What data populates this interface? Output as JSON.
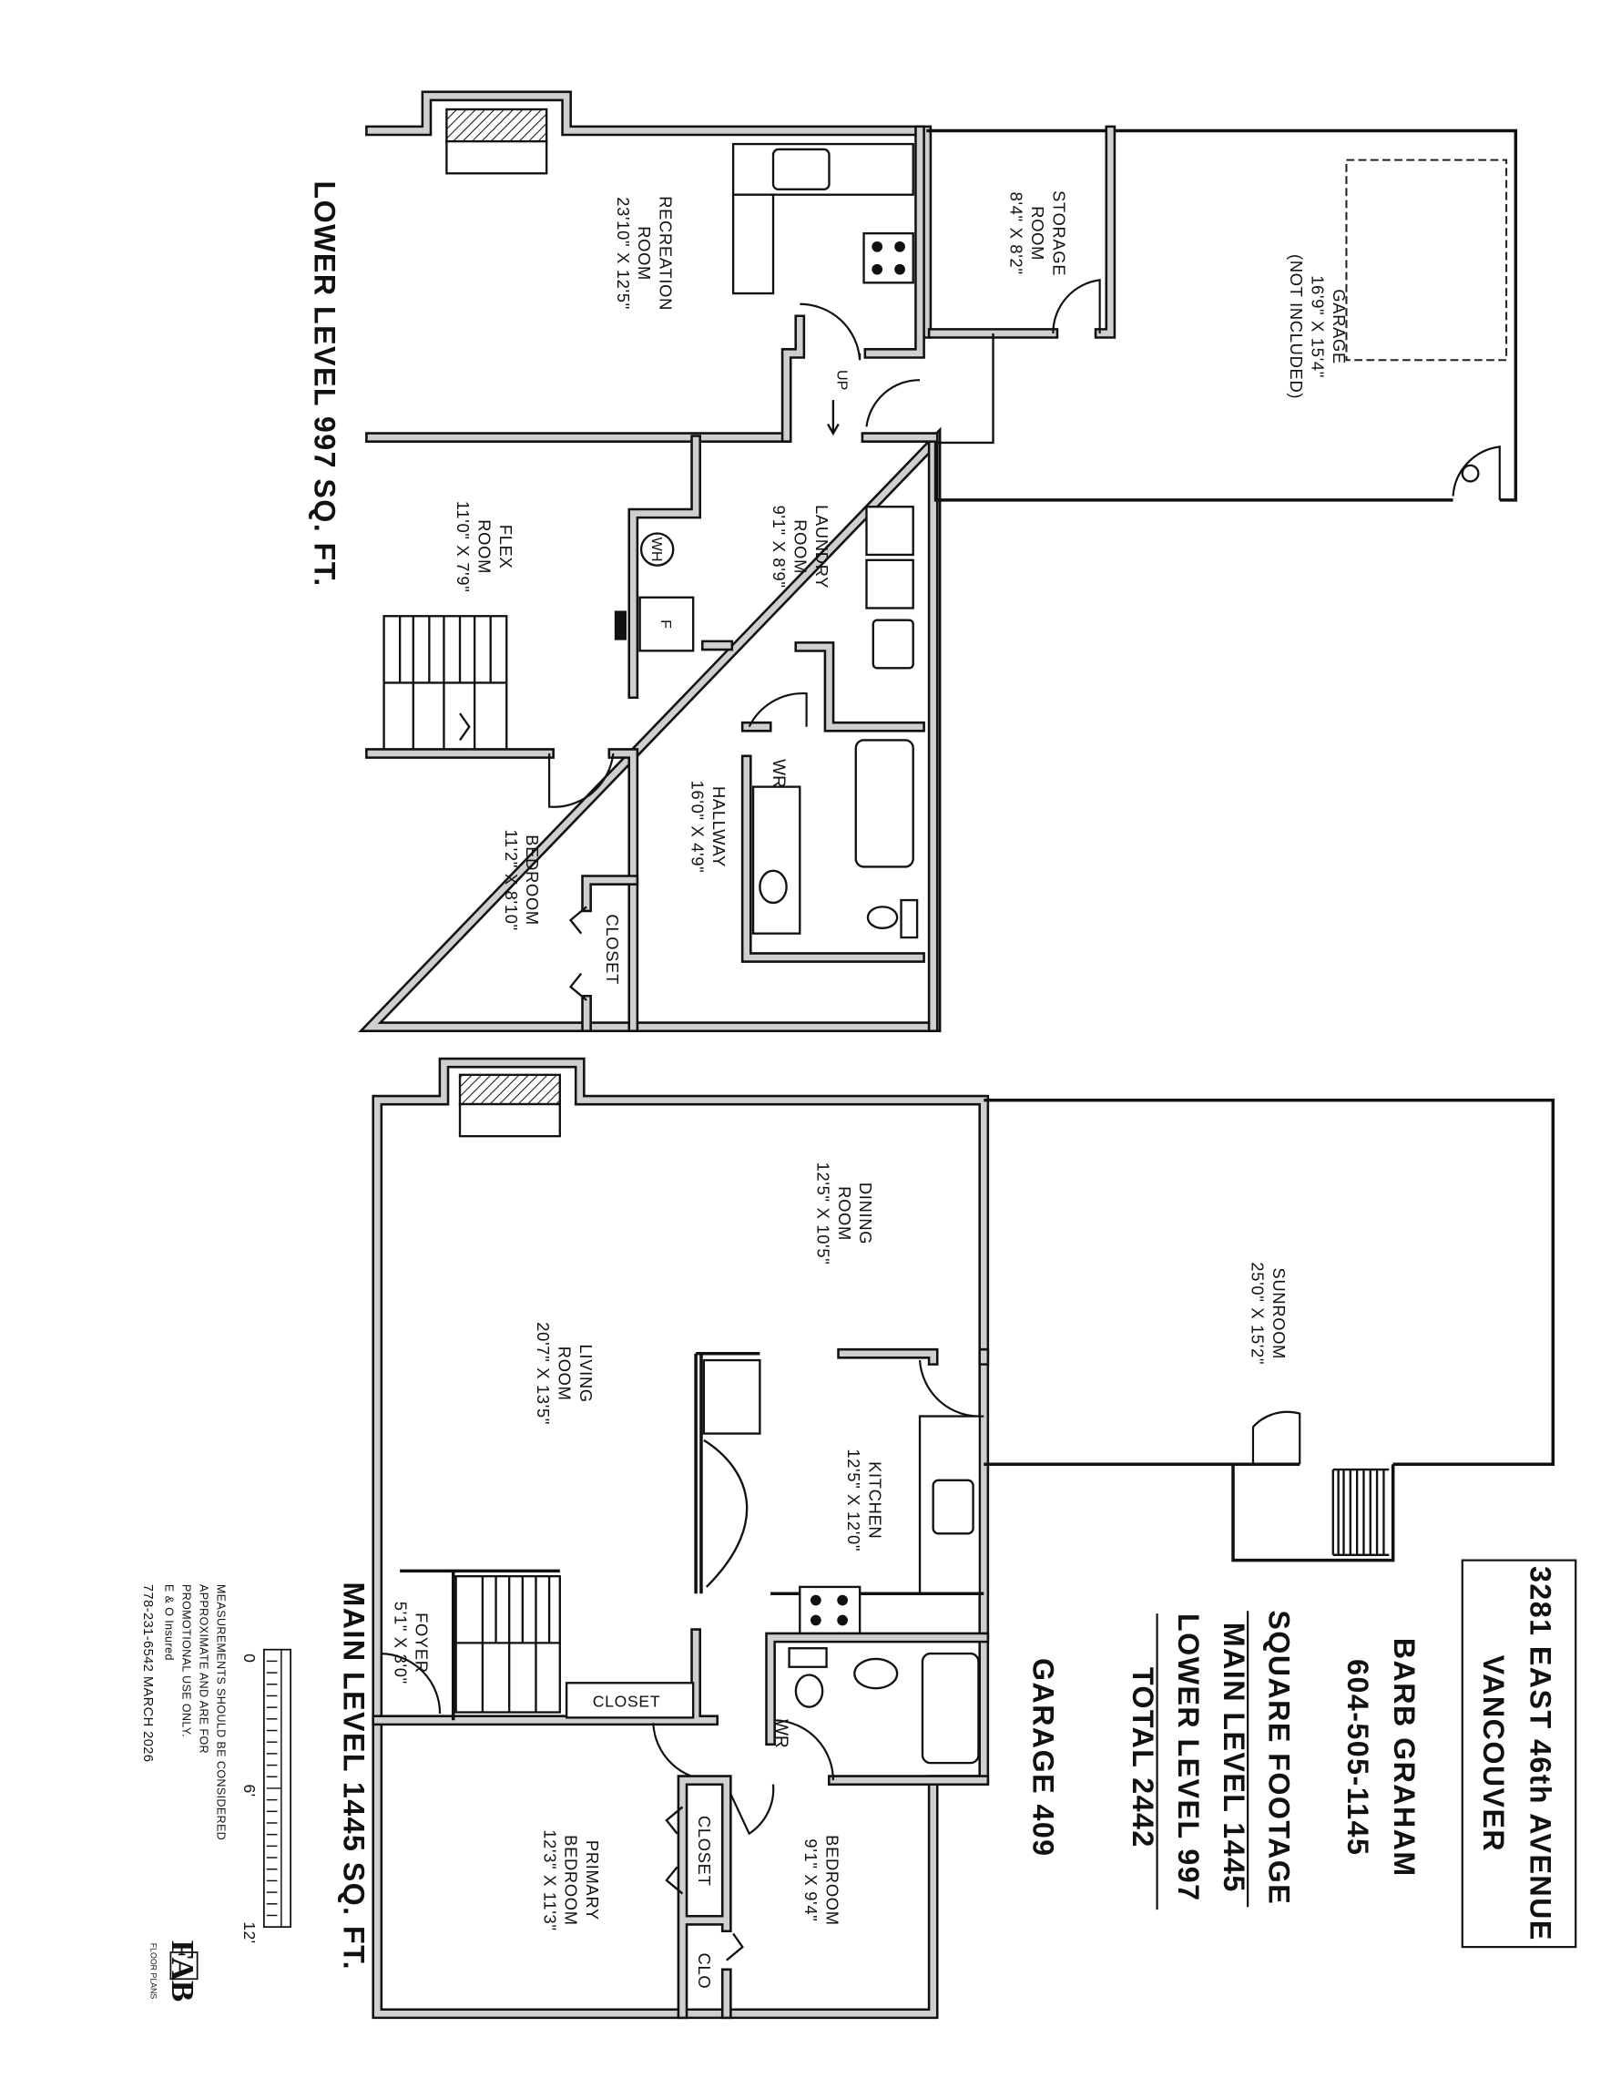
{
  "lower_level": {
    "title": "LOWER LEVEL 997 SQ. FT.",
    "rooms": {
      "recreation": {
        "name1": "RECREATION",
        "name2": "ROOM",
        "dims": "23'10\" X 12'5\""
      },
      "storage": {
        "name1": "STORAGE",
        "name2": "ROOM",
        "dims": "8'4\" X 8'2\""
      },
      "garage": {
        "name1": "GARAGE",
        "dims": "16'9\" X 15'4\"",
        "note": "(NOT INCLUDED)"
      },
      "laundry": {
        "name1": "LAUNDRY",
        "name2": "ROOM",
        "dims": "9'1\" X 8'9\""
      },
      "flex": {
        "name1": "FLEX",
        "name2": "ROOM",
        "dims": "11'0\" X 7'9\""
      },
      "hallway": {
        "name1": "HALLWAY",
        "dims": "16'0\" X 4'9\""
      },
      "bedroom": {
        "name1": "BEDROOM",
        "dims": "11'2\" X 8'10\""
      },
      "closet": {
        "name1": "CLOSET"
      },
      "washroom": {
        "name1": "WR"
      }
    },
    "labels": {
      "up": "UP",
      "water_heater": "WH",
      "furnace": "F"
    }
  },
  "main_level": {
    "title": "MAIN LEVEL 1445 SQ. FT.",
    "rooms": {
      "dining": {
        "name1": "DINING",
        "name2": "ROOM",
        "dims": "12'5\" X 10'5\""
      },
      "sunroom": {
        "name1": "SUNROOM",
        "dims": "25'0\" X 15'2\""
      },
      "living": {
        "name1": "LIVING",
        "name2": "ROOM",
        "dims": "20'7\" X 13'5\""
      },
      "kitchen": {
        "name1": "KITCHEN",
        "dims": "12'5\" X 12'0\""
      },
      "foyer": {
        "name1": "FOYER",
        "dims": "5'1\" X 3'0\""
      },
      "closet": {
        "name1": "CLOSET"
      },
      "washroom": {
        "name1": "WR"
      },
      "bedroom": {
        "name1": "BEDROOM",
        "dims": "9'1\" X 9'4\""
      },
      "primary": {
        "name1": "PRIMARY",
        "name2": "BEDROOM",
        "dims": "12'3\" X 11'3\""
      },
      "primary_closet": {
        "name1": "CLOSET"
      },
      "clo": {
        "name1": "CLO"
      }
    }
  },
  "info": {
    "address": "3281 EAST 46th AVENUE",
    "city": "VANCOUVER",
    "agent": "BARB GRAHAM",
    "phone": "604-505-1145",
    "sqft_heading": "SQUARE FOOTAGE",
    "main": "MAIN LEVEL 1445",
    "lower": "LOWER LEVEL 997",
    "total": "TOTAL 2442",
    "garage": "GARAGE 409"
  },
  "legend": {
    "scale": {
      "zero": "0",
      "mid": "6'",
      "max": "12'"
    },
    "disclaimer": [
      "MEASUREMENTS SHOULD BE CONSIDERED",
      "APPROXIMATE AND ARE FOR",
      "PROMOTIONAL USE ONLY."
    ],
    "insured": "E & O Insured",
    "contact": "778-231-6542  MARCH 2026",
    "logo_text": "FAB",
    "logo_sub": "FLOOR PLANS"
  }
}
